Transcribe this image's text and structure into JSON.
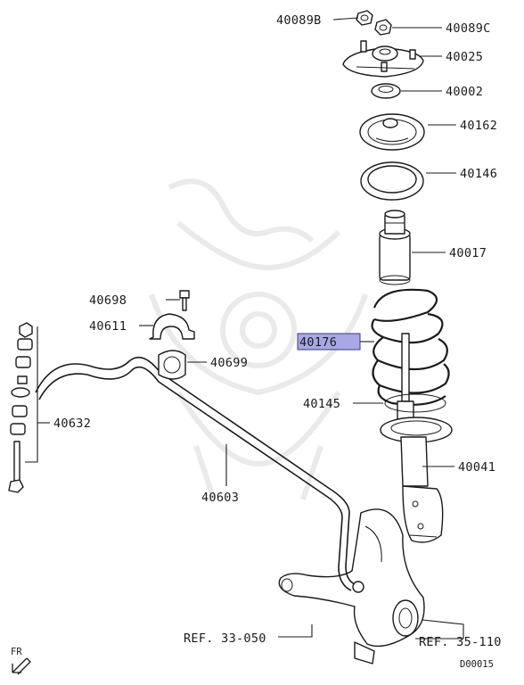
{
  "callouts": {
    "p40089B": "40089B",
    "p40089C": "40089C",
    "p40025": "40025",
    "p40002": "40002",
    "p40162": "40162",
    "p40146": "40146",
    "p40017": "40017",
    "p40698": "40698",
    "p40611": "40611",
    "p40176": "40176",
    "p40699": "40699",
    "p40145": "40145",
    "p40632": "40632",
    "p40041": "40041",
    "p40603": "40603"
  },
  "references": {
    "ref_knuckle": "REF. 33-050",
    "ref_hub": "REF. 35-110"
  },
  "orientation": {
    "label": "FR",
    "icon": "front-arrow-icon"
  },
  "diagram_code": "D00015",
  "highlight": {
    "part": "40176",
    "color": "#a9a7e6"
  }
}
